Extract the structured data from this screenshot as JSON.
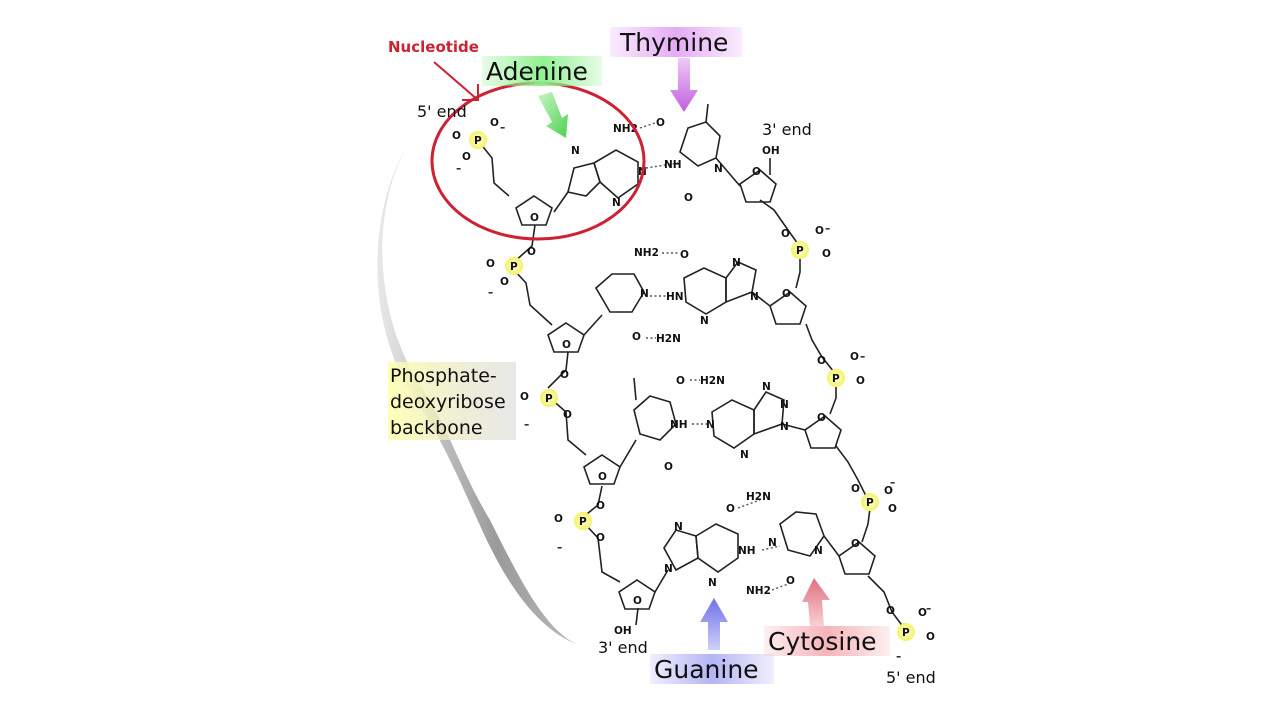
{
  "labels": {
    "nucleotide": "Nucleotide",
    "adenine": "Adenine",
    "thymine": "Thymine",
    "guanine": "Guanine",
    "cytosine": "Cytosine",
    "backbone_line1": "Phosphate-",
    "backbone_line2": "deoxyribose",
    "backbone_line3": "backbone"
  },
  "ends": {
    "five_top": "5' end",
    "three_top": "3' end",
    "three_bottom": "3' end",
    "five_bottom": "5' end"
  },
  "atoms": {
    "P": "P",
    "O": "O",
    "N": "N",
    "OH": "OH",
    "NH": "NH",
    "HN": "HN",
    "NH2": "NH2",
    "H2N": "H2N",
    "minus": "–"
  },
  "colors": {
    "adenine": "#3ec43e",
    "thymine": "#b84ad8",
    "guanine": "#6a6ae8",
    "cytosine": "#e06a78",
    "sugar": "#f0a848",
    "phosphate": "#f2f04a",
    "nucleotide_accent": "#cc2233",
    "backbone_brace": "#a0a0a0"
  }
}
